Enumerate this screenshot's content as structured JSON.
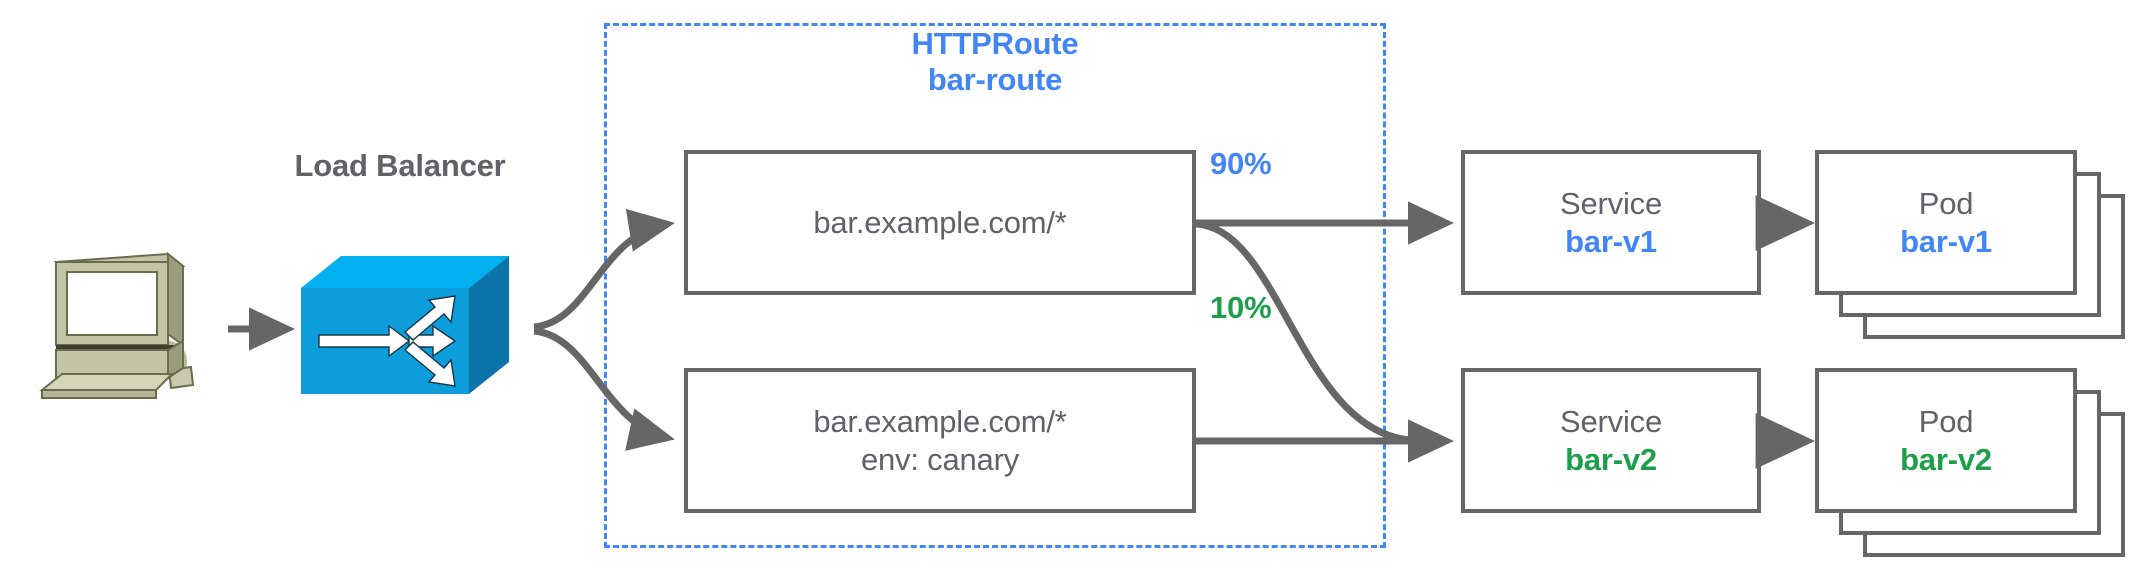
{
  "diagram": {
    "title": "Gateway API HTTPRoute traffic split diagram",
    "colors": {
      "accent_blue": "#4285f4",
      "accent_green": "#1e9e4a",
      "line_gray": "#666666",
      "text_gray": "#5f6368",
      "lb_blue": "#0d9ddb",
      "computer_beige": "#aaa987"
    }
  },
  "client": {
    "icon": "desktop-computer-icon"
  },
  "load_balancer": {
    "label": "Load Balancer",
    "icon": "load-balancer-switch-icon"
  },
  "route_group": {
    "kind": "HTTPRoute",
    "name": "bar-route"
  },
  "matches": [
    {
      "id": "match-1",
      "line1": "bar.example.com/*",
      "line2": ""
    },
    {
      "id": "match-2",
      "line1": "bar.example.com/*",
      "line2": "env: canary"
    }
  ],
  "weights": [
    {
      "id": "weight-90",
      "value": "90%",
      "color": "#4285f4"
    },
    {
      "id": "weight-10",
      "value": "10%",
      "color": "#1e9e4a"
    }
  ],
  "services": [
    {
      "id": "service-1",
      "kind": "Service",
      "name": "bar-v1",
      "color": "#4285f4"
    },
    {
      "id": "service-2",
      "kind": "Service",
      "name": "bar-v2",
      "color": "#1e9e4a"
    }
  ],
  "pods": [
    {
      "id": "pod-1",
      "kind": "Pod",
      "name": "bar-v1",
      "color": "#4285f4",
      "replicas": 3
    },
    {
      "id": "pod-2",
      "kind": "Pod",
      "name": "bar-v2",
      "color": "#1e9e4a",
      "replicas": 3
    }
  ]
}
